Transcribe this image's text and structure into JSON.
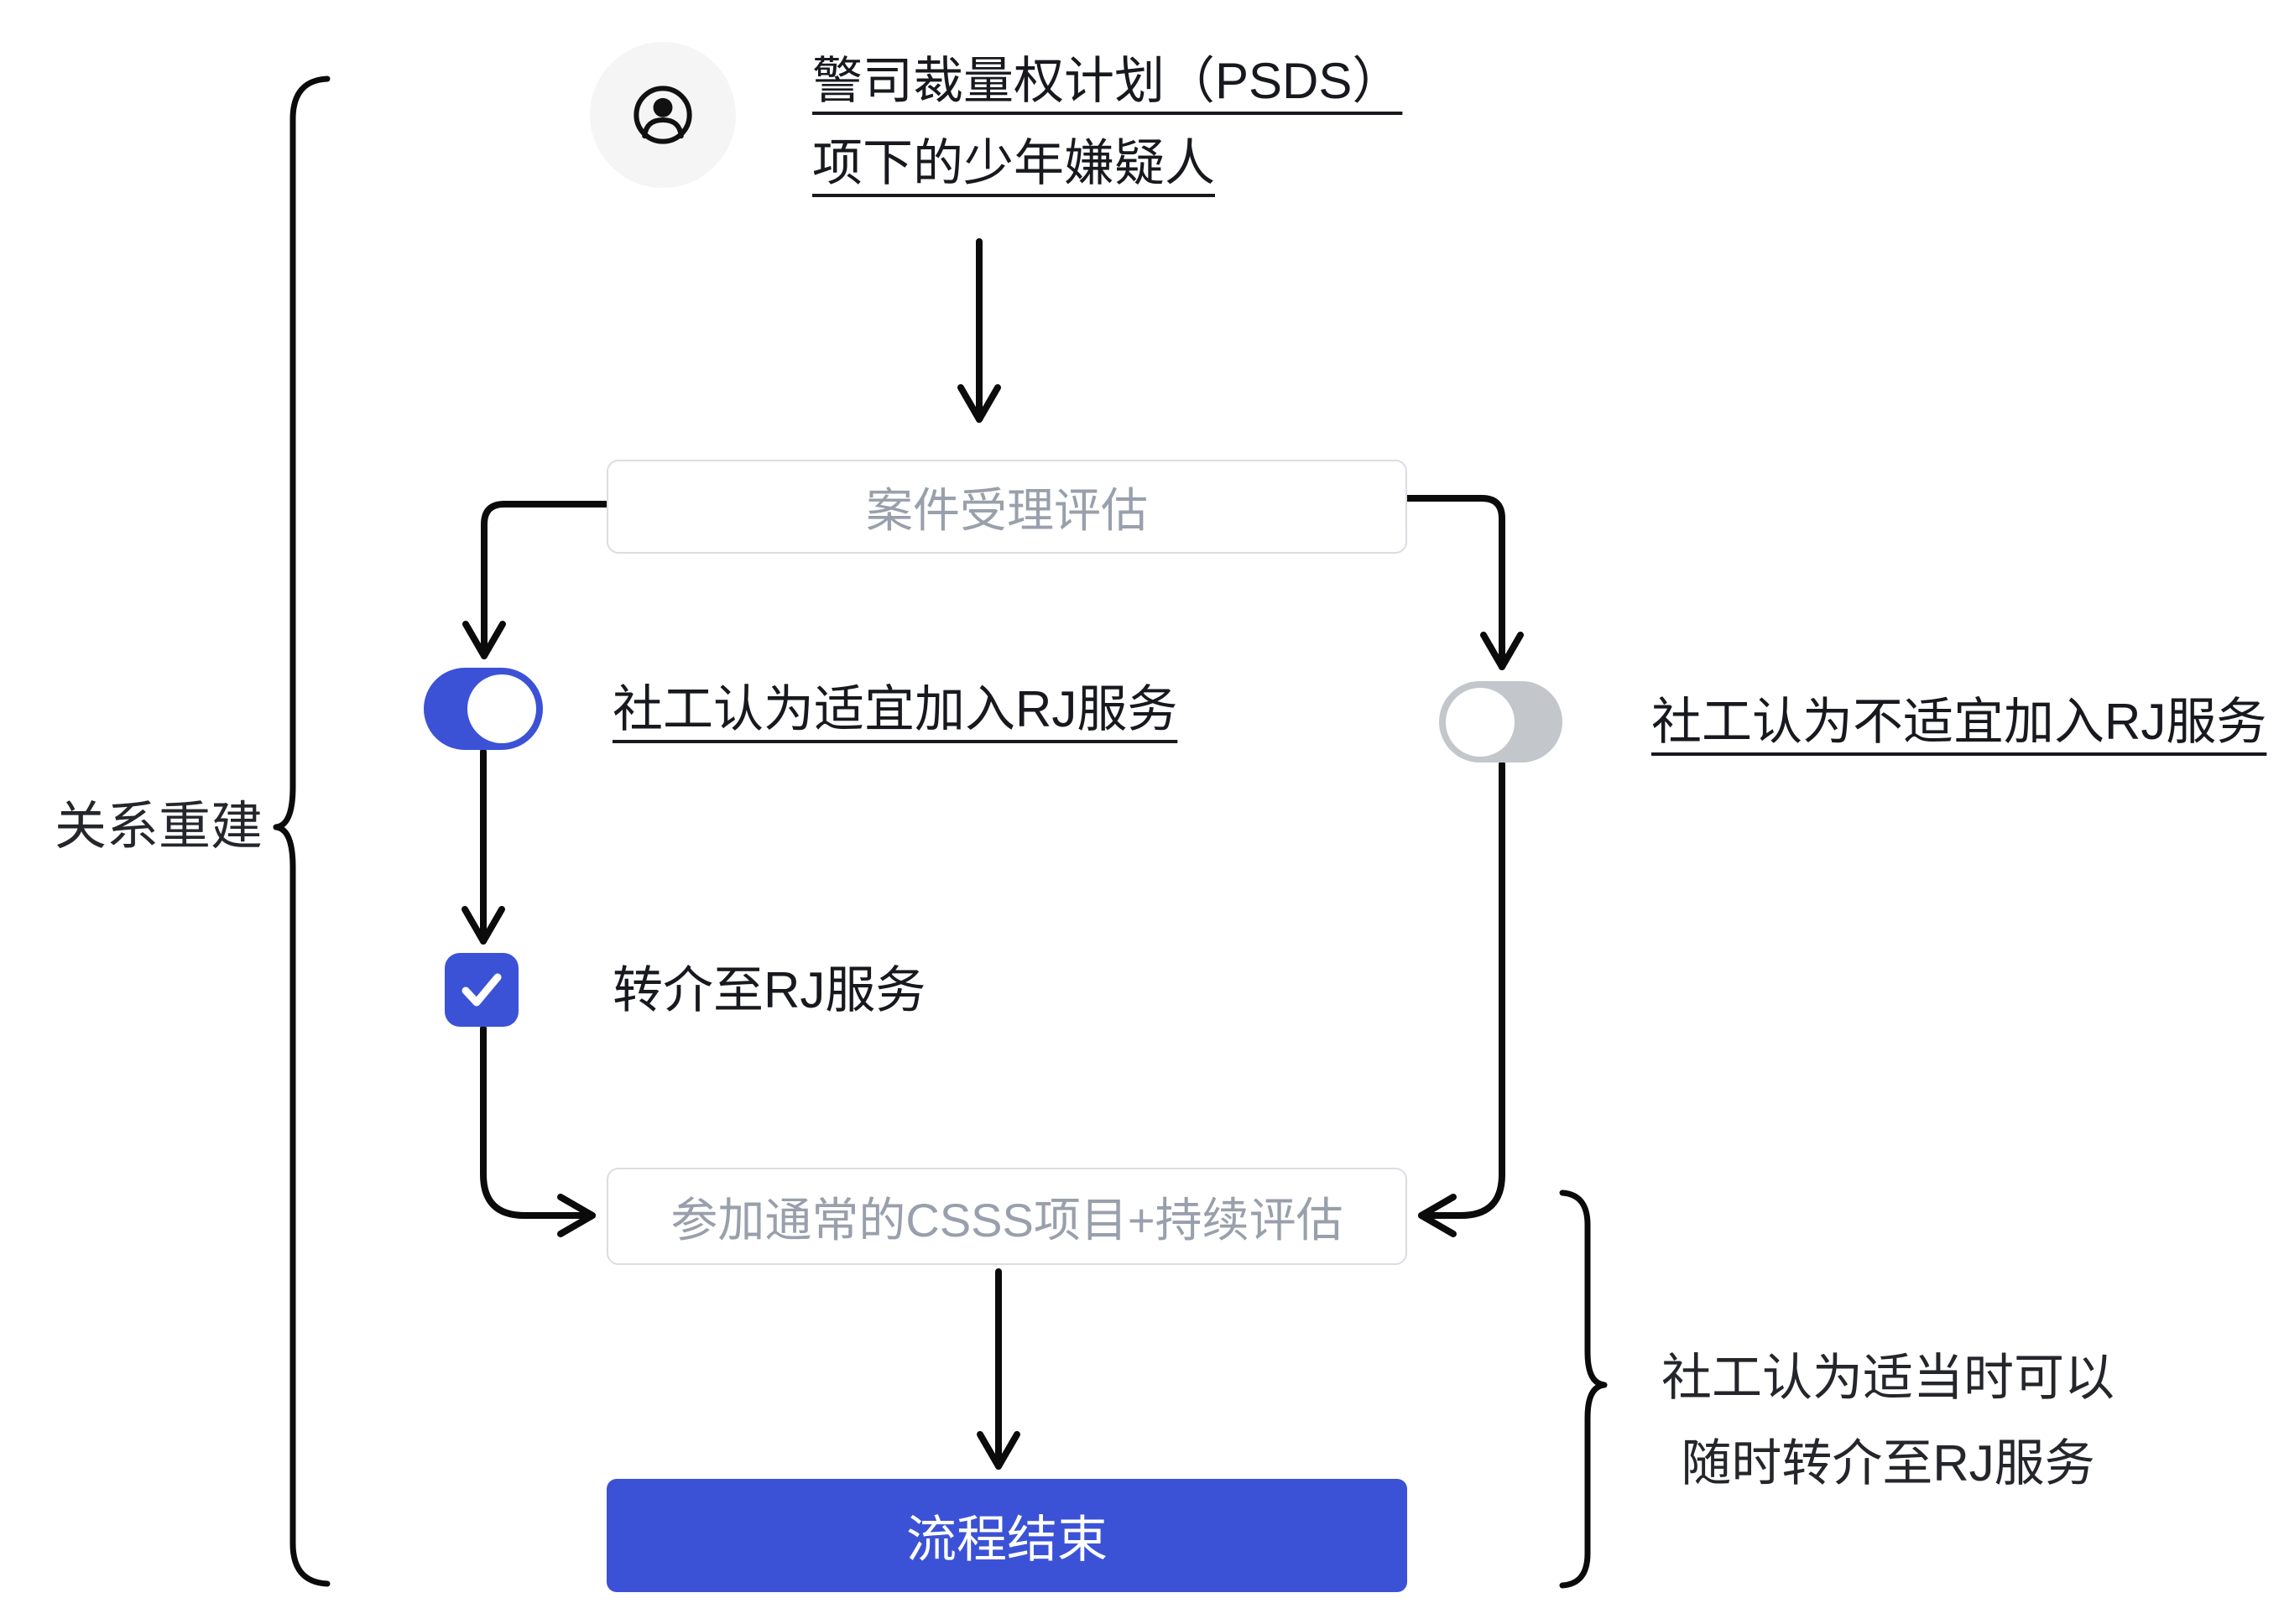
{
  "colors": {
    "accent": "#3B52D6",
    "toggle_off": "#C3C7CC",
    "node_border": "#DBDDE2",
    "node_text": "#99A0AC",
    "text_dark": "#17191E",
    "note_text": "#24262B",
    "line": "#0B0B0C",
    "avatar_bg": "#F5F5F6"
  },
  "bracket_left": {
    "label": "关系重建"
  },
  "source": {
    "icon": "user-circle-icon",
    "line1": "警司裁量权计划（PSDS）",
    "line2": "项下的少年嫌疑人"
  },
  "nodes": {
    "intake": {
      "label": "案件受理评估"
    },
    "csss": {
      "label": "参加通常的CSSS项目+持续评估"
    },
    "end": {
      "label": "流程结束"
    }
  },
  "branches": {
    "suitable": {
      "label": "社工认为适宜加入RJ服务",
      "toggle_state": "on"
    },
    "unsuitable": {
      "label": "社工认为不适宜加入RJ服务",
      "toggle_state": "off"
    },
    "referral": {
      "label": "转介至RJ服务",
      "checked": true
    }
  },
  "note_right": {
    "line1": "社工认为适当时可以",
    "line2": "随时转介至RJ服务"
  }
}
